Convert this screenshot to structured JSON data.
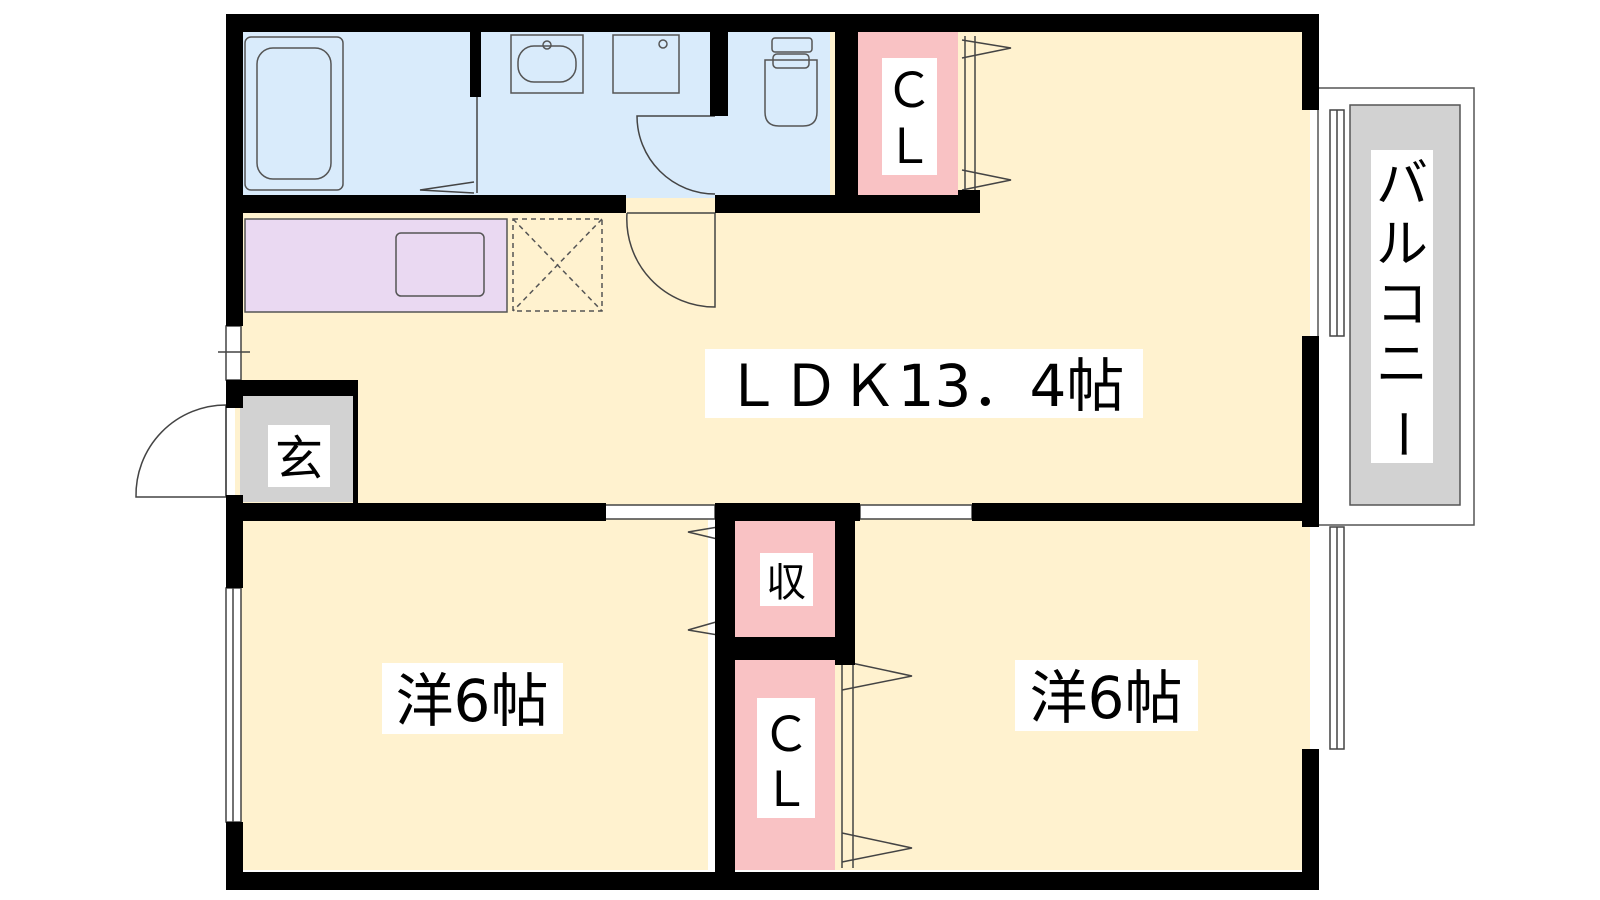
{
  "rooms": {
    "ldk": "ＬＤＫ13．4帖",
    "western_left": "洋6帖",
    "western_right": "洋6帖",
    "entrance": "玄",
    "storage": "収",
    "closet_top": [
      "Ｃ",
      "Ｌ"
    ],
    "closet_bottom": [
      "Ｃ",
      "Ｌ"
    ],
    "balcony": [
      "バ",
      "ル",
      "コ",
      "ニ",
      "ー"
    ]
  },
  "colors": {
    "floor": "#fff2cf",
    "wet_area": "#d9ebfb",
    "kitchen": "#ead9f2",
    "closet": "#f9c2c4",
    "entrance": "#d2d2d2",
    "balcony": "#d2d2d2",
    "wall": "#000000"
  }
}
